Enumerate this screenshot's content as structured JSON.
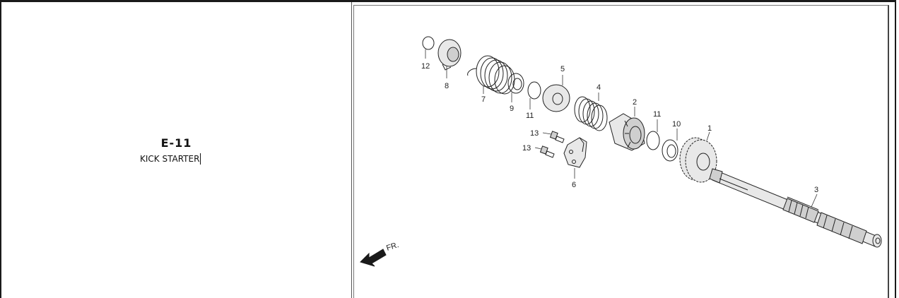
{
  "section": {
    "code": "E-11",
    "title": "KICK STARTER"
  },
  "diagram": {
    "direction_label": "FR.",
    "callouts": [
      {
        "id": "c12",
        "text": "12"
      },
      {
        "id": "c8",
        "text": "8"
      },
      {
        "id": "c7",
        "text": "7"
      },
      {
        "id": "c9",
        "text": "9"
      },
      {
        "id": "c11a",
        "text": "11"
      },
      {
        "id": "c5",
        "text": "5"
      },
      {
        "id": "c4",
        "text": "4"
      },
      {
        "id": "c2",
        "text": "2"
      },
      {
        "id": "c11b",
        "text": "11"
      },
      {
        "id": "c10",
        "text": "10"
      },
      {
        "id": "c1",
        "text": "1"
      },
      {
        "id": "c3",
        "text": "3"
      },
      {
        "id": "c13a",
        "text": "13"
      },
      {
        "id": "c13b",
        "text": "13"
      },
      {
        "id": "c6",
        "text": "6"
      }
    ]
  }
}
